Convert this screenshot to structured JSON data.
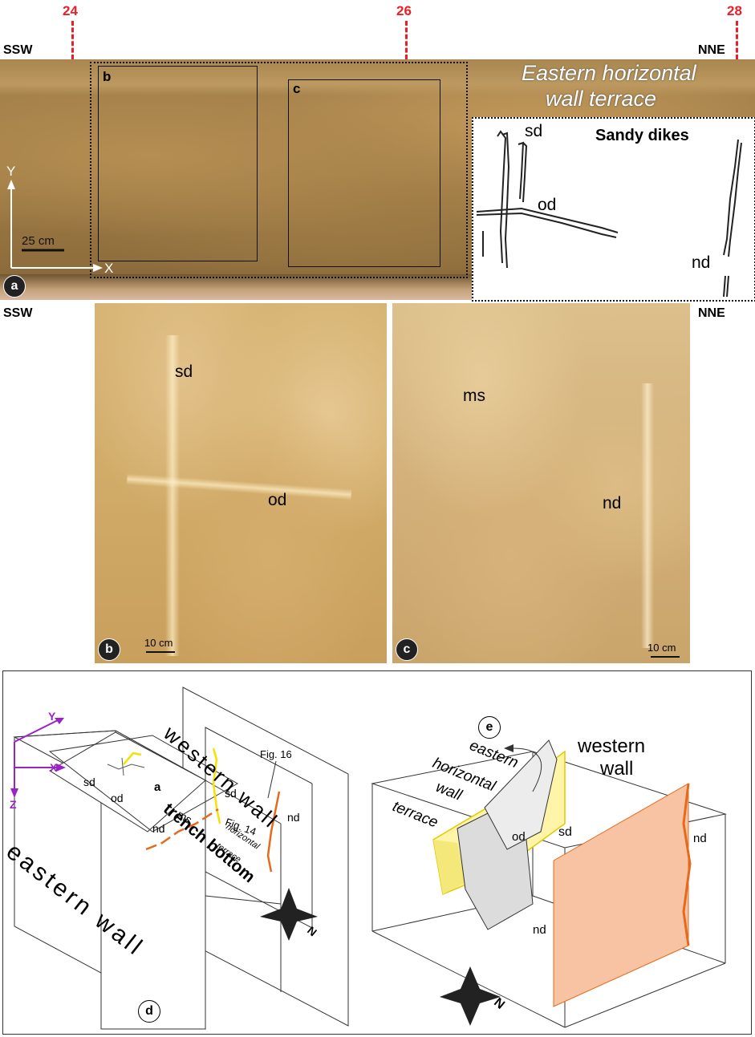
{
  "top_panel": {
    "markers": [
      "24",
      "26",
      "28"
    ],
    "left_dir": "SSW",
    "right_dir": "NNE",
    "terrace_line1": "Eastern horizontal",
    "terrace_line2": "wall terrace",
    "box_b": "b",
    "box_c": "c",
    "axis_y": "Y",
    "axis_x": "X",
    "scale": "25 cm",
    "panel_label": "a",
    "inset": {
      "title": "Sandy dikes",
      "sd": "sd",
      "od": "od",
      "nd": "nd"
    }
  },
  "photos_panel": {
    "left_dir": "SSW",
    "right_dir": "NNE",
    "b": {
      "sd": "sd",
      "od": "od",
      "scale": "10 cm",
      "label": "b"
    },
    "c": {
      "ms": "ms",
      "nd": "nd",
      "scale": "10 cm",
      "label": "c"
    }
  },
  "diagram_d": {
    "western_wall": "western wall",
    "fig16": "Fig. 16",
    "fig14": "Fig. 14",
    "sd": "sd",
    "nd_west": "nd",
    "trench_bottom": "trench bottom",
    "a_label": "a",
    "sd2": "sd",
    "od": "od",
    "ms": "ms",
    "nd2": "nd",
    "horizontal": "horizontal",
    "terrace": "terrace",
    "eastern_wall": "eastern wall",
    "axis_y": "Y",
    "axis_x": "X",
    "axis_z": "Z",
    "north": "N",
    "label": "d"
  },
  "diagram_e": {
    "label": "e",
    "terrace_line1": "eastern",
    "terrace_line2": "horizontal",
    "terrace_line3": "wall",
    "terrace_line4": "terrace",
    "western_wall_line1": "western",
    "western_wall_line2": "wall",
    "od": "od",
    "sd": "sd",
    "nd1": "nd",
    "nd2": "nd",
    "north": "N"
  },
  "colors": {
    "marker_red": "#e8202a",
    "soil_tan": "#c9a05e",
    "soil_dark": "#8c6a38",
    "dike_yellow": "#f2e300",
    "dike_orange": "#e56a1c",
    "axis_purple": "#9b22c9"
  }
}
